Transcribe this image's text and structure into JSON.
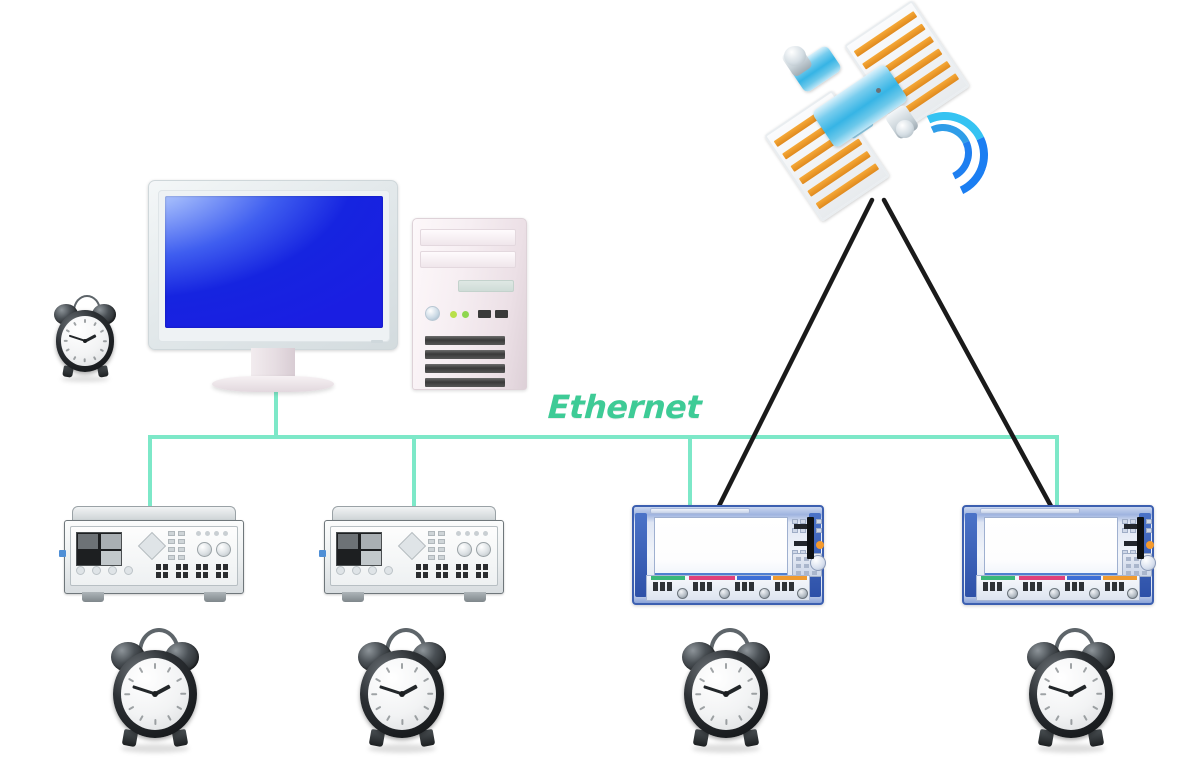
{
  "diagram": {
    "title": "Ethernet timing synchronization network diagram",
    "network_label": "Ethernet",
    "accent_color": "#3ecb96",
    "bus_color": "#7de8c8",
    "link_color": "#1a1a1a",
    "background": "#ffffff"
  },
  "nodes": {
    "satellite": {
      "name": "satellite",
      "icon": "satellite-icon",
      "panel_color": "#f0a02a",
      "body_color": "#36b4e5",
      "signal_color": "#1f7ff0",
      "signal_arcs": 2
    },
    "workstation": {
      "name": "host-computer",
      "monitor_icon": "monitor-icon",
      "tower_icon": "pc-tower-icon",
      "screen_color": "#1624e0",
      "bezel_color": "#e3e9eb",
      "tower_color": "#f6eef2"
    },
    "instruments": [
      {
        "name": "instrument-1",
        "type": "gray-benchtop-instrument",
        "icon": "instrument-gray-icon",
        "link": "ethernet"
      },
      {
        "name": "instrument-2",
        "type": "gray-benchtop-instrument",
        "icon": "instrument-gray-icon",
        "link": "ethernet"
      },
      {
        "name": "instrument-3",
        "type": "blue-rack-instrument",
        "icon": "instrument-blue-icon",
        "link": "ethernet+satellite"
      },
      {
        "name": "instrument-4",
        "type": "blue-rack-instrument",
        "icon": "instrument-blue-icon",
        "link": "ethernet+satellite"
      }
    ],
    "clocks": [
      {
        "name": "clock-host",
        "icon": "alarm-clock-icon",
        "position": "near-workstation",
        "size": "small"
      },
      {
        "name": "clock-instrument-1",
        "icon": "alarm-clock-icon",
        "position": "below-instrument-1",
        "size": "large"
      },
      {
        "name": "clock-instrument-2",
        "icon": "alarm-clock-icon",
        "position": "below-instrument-2",
        "size": "large"
      },
      {
        "name": "clock-instrument-3",
        "icon": "alarm-clock-icon",
        "position": "below-instrument-3",
        "size": "large"
      },
      {
        "name": "clock-instrument-4",
        "icon": "alarm-clock-icon",
        "position": "below-instrument-4",
        "size": "large"
      }
    ]
  },
  "links": {
    "ethernet_bus": {
      "name": "ethernet-bus",
      "orientation": "horizontal",
      "drops": 5,
      "color": "#7de8c8"
    },
    "satellite_links": {
      "name": "satellite-link",
      "count": 2,
      "color": "#1a1a1a",
      "apex": "satellite"
    }
  }
}
